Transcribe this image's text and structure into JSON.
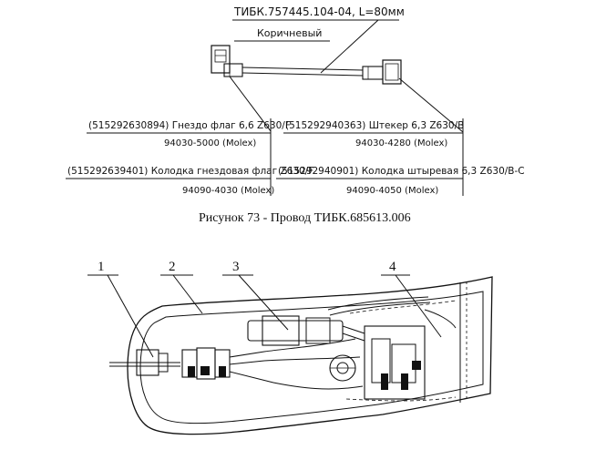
{
  "wire_diagram": {
    "designation": "ТИБК.757445.104-04,  L=80мм",
    "wire_color": "Коричневый",
    "left_part_1": {
      "code": "(515292630894) Гнездо флаг 6,6  Z630/F",
      "ref": "94030-5000  (Molex)"
    },
    "left_part_2": {
      "code": "(515292639401) Колодка гнездовая флаг  Z630/F",
      "ref": "94090-4030  (Molex)"
    },
    "right_part_1": {
      "code": "(515292940363) Штекер 6,3  Z630/B",
      "ref": "94030-4280  (Molex)"
    },
    "right_part_2": {
      "code": "(515292940901) Колодка штыревая 6,3  Z630/B-C",
      "ref": "94090-4050  (Molex)"
    }
  },
  "caption": "Рисунок 73   - Провод ТИБК.685613.006",
  "callouts": [
    "1",
    "2",
    "3",
    "4"
  ]
}
